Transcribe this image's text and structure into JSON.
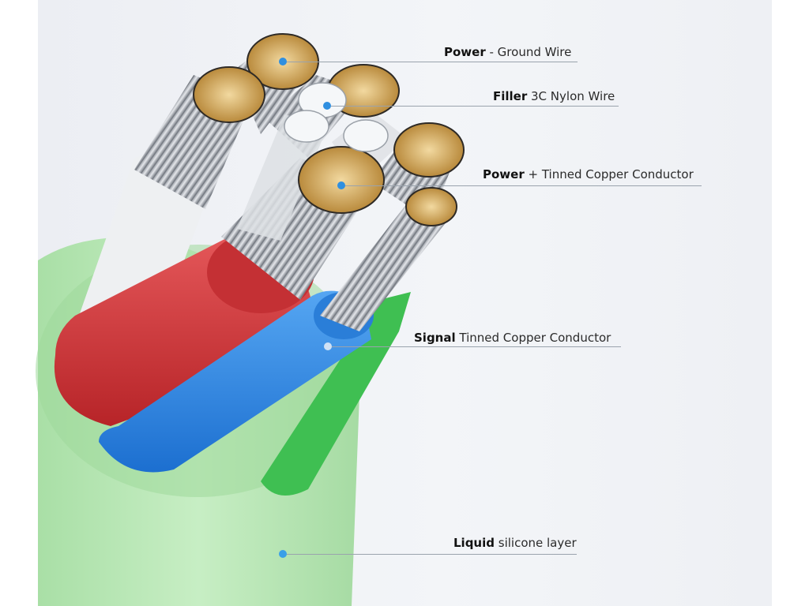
{
  "callouts": [
    {
      "id": "power-ground",
      "bold": "Power",
      "rest": " - Ground Wire",
      "dot_color": "#2f8fe0"
    },
    {
      "id": "filler",
      "bold": "Filler",
      "rest": " 3C Nylon Wire",
      "dot_color": "#2f8fe0"
    },
    {
      "id": "power-plus",
      "bold": "Power",
      "rest": " + Tinned Copper Conductor",
      "dot_color": "#2f8fe0"
    },
    {
      "id": "signal",
      "bold": "Signal",
      "rest": "  Tinned Copper Conductor",
      "dot_color": "#cfe1f5"
    },
    {
      "id": "liquid",
      "bold": "Liquid",
      "rest": " silicone layer",
      "dot_color": "#3aa0e8"
    }
  ],
  "colors": {
    "jacket": "#b8e6b5",
    "red_insulation": "#d8393b",
    "blue_insulation": "#2f86e6",
    "green_insulation": "#3fbf52",
    "white_insulation": "#eef0f2",
    "copper_tin": "#d9b56a",
    "steel_braid": "#c9cdd3"
  }
}
